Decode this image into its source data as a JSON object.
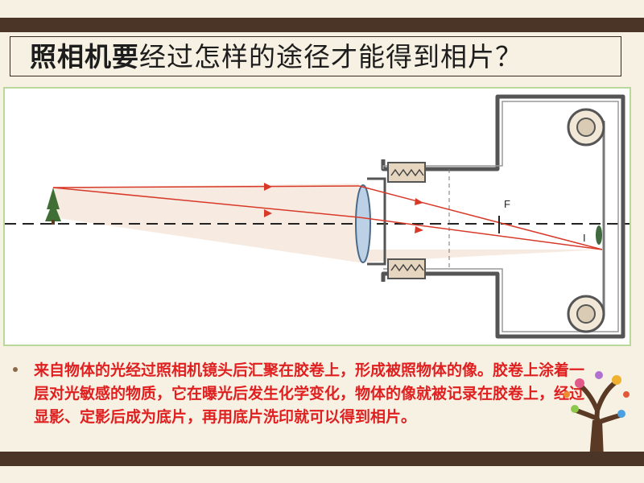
{
  "title": {
    "bold": "照相机要",
    "rest": "经过怎样的途径才能得到相片？"
  },
  "diagram": {
    "focal_label": "F",
    "image_label": "I"
  },
  "body": {
    "text": "来自物体的光经过照相机镜头后汇聚在胶卷上，形成被照物体的像。胶卷上涂着一层对光敏感的物质，它在曝光后发生化学变化，物体的像就被记录在胶卷上，经过显影、定影后成为底片，再用底片洗印就可以得到相片。"
  },
  "colors": {
    "accent_band": "#4a3526",
    "text_red": "#e02020",
    "ray_red": "#d83a2a",
    "frame_green": "#b9d89c"
  }
}
